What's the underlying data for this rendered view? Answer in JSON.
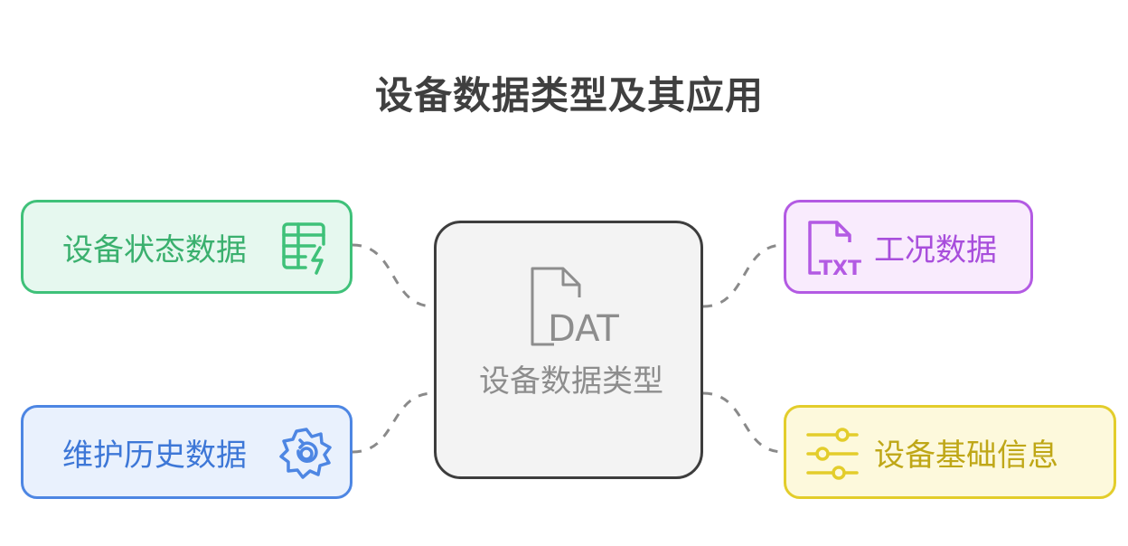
{
  "title": "设备数据类型及其应用",
  "center": {
    "label": "设备数据类型",
    "icon": "dat-file-icon",
    "icon_text": "DAT"
  },
  "nodes": {
    "status": {
      "label": "设备状态数据",
      "icon": "table-lightning-icon",
      "color": "#3fc179"
    },
    "maintenance": {
      "label": "维护历史数据",
      "icon": "gear-refresh-icon",
      "color": "#4d86e3"
    },
    "operating": {
      "label": "工况数据",
      "icon": "txt-file-icon",
      "icon_text": "TXT",
      "color": "#b35ae3"
    },
    "basic_info": {
      "label": "设备基础信息",
      "icon": "sliders-icon",
      "color": "#e3cd2b"
    }
  }
}
